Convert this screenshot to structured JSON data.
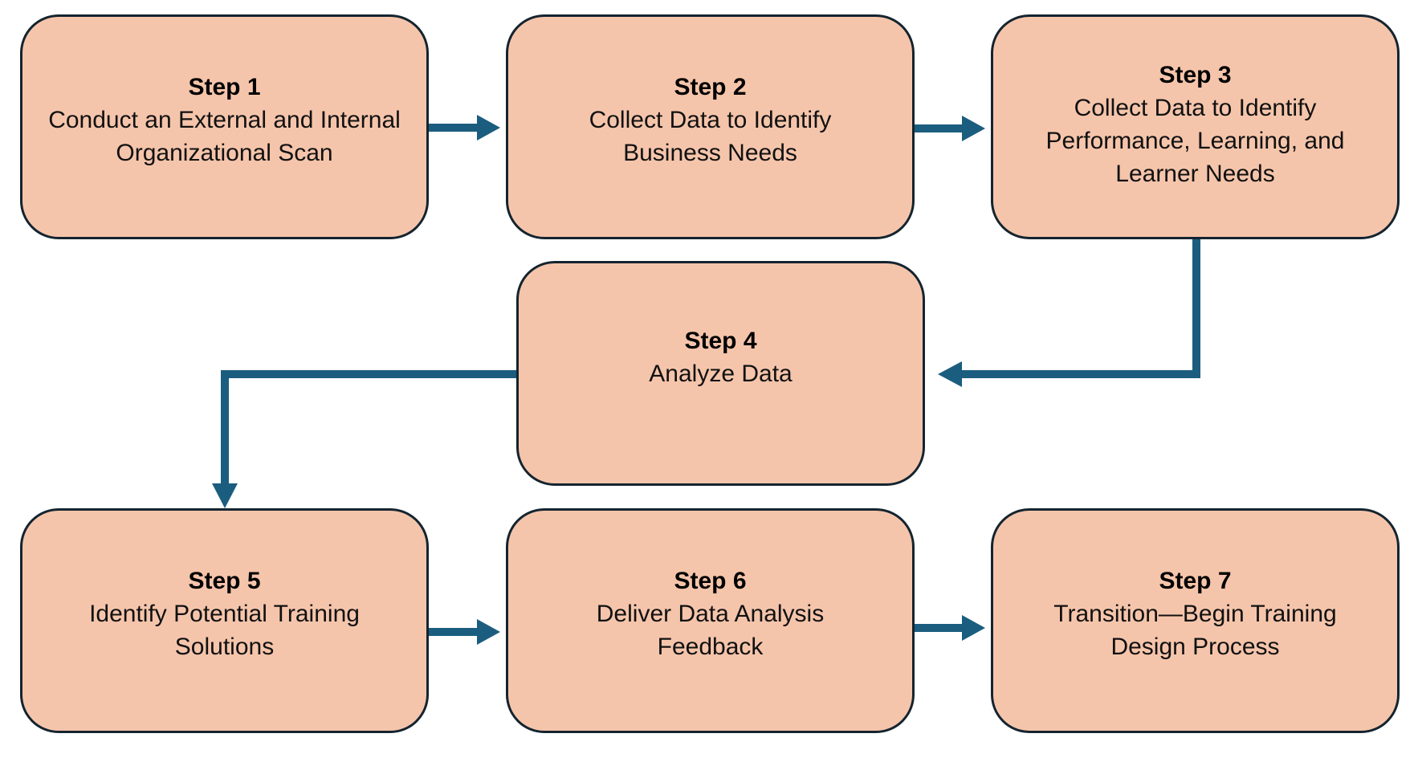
{
  "diagram": {
    "steps": [
      {
        "id": 1,
        "title": "Step 1",
        "description": "Conduct an External and Internal Organizational Scan"
      },
      {
        "id": 2,
        "title": "Step 2",
        "description": "Collect Data to Identify Business Needs"
      },
      {
        "id": 3,
        "title": "Step 3",
        "description": "Collect Data to Identify Performance, Learning, and Learner Needs"
      },
      {
        "id": 4,
        "title": "Step 4",
        "description": "Analyze Data"
      },
      {
        "id": 5,
        "title": "Step 5",
        "description": "Identify Potential Training Solutions"
      },
      {
        "id": 6,
        "title": "Step 6",
        "description": "Deliver Data Analysis Feedback"
      },
      {
        "id": 7,
        "title": "Step 7",
        "description": "Transition—Begin Training Design Process"
      }
    ],
    "connections": [
      {
        "from": 1,
        "to": 2
      },
      {
        "from": 2,
        "to": 3
      },
      {
        "from": 3,
        "to": 4
      },
      {
        "from": 4,
        "to": 5
      },
      {
        "from": 5,
        "to": 6
      },
      {
        "from": 6,
        "to": 7
      }
    ],
    "colors": {
      "box_fill": "#f5c5ab",
      "box_border": "#14242f",
      "arrow": "#1b5d7f",
      "text": "#000000"
    }
  }
}
